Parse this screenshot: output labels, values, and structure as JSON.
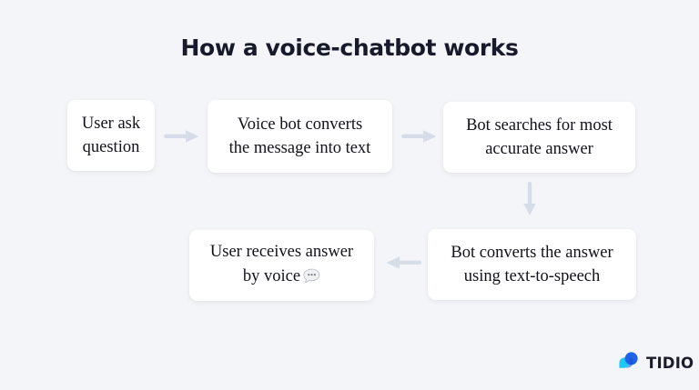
{
  "page": {
    "background_color": "#f4f5f8",
    "title": "How a voice-chatbot works",
    "title_color": "#161a2b"
  },
  "flow": {
    "box_color": "#ffffff",
    "text_color": "#12121a",
    "arrow_color": "#d6dde8",
    "steps": [
      {
        "id": "step-1",
        "lines": [
          "User ask",
          "question"
        ],
        "text": "User ask question"
      },
      {
        "id": "step-2",
        "lines": [
          "Voice bot converts",
          "the message into text"
        ],
        "text": "Voice bot converts the message into text"
      },
      {
        "id": "step-3",
        "lines": [
          "Bot searches for most",
          "accurate answer"
        ],
        "text": "Bot searches for most accurate answer"
      },
      {
        "id": "step-4",
        "lines": [
          "Bot converts the answer",
          "using text-to-speech"
        ],
        "text": "Bot converts the answer using text-to-speech"
      },
      {
        "id": "step-5",
        "lines": [
          "User receives answer",
          "by voice"
        ],
        "text": "User receives answer by voice",
        "emoji": "speech-balloon"
      }
    ],
    "arrows": [
      {
        "id": "arrow-1",
        "direction": "right",
        "from": "step-1",
        "to": "step-2"
      },
      {
        "id": "arrow-2",
        "direction": "right",
        "from": "step-2",
        "to": "step-3"
      },
      {
        "id": "arrow-3",
        "direction": "down",
        "from": "step-3",
        "to": "step-4"
      },
      {
        "id": "arrow-4",
        "direction": "left",
        "from": "step-4",
        "to": "step-5"
      }
    ]
  },
  "logo": {
    "wordmark": "TIDIO",
    "mark_color_primary": "#1f63e8",
    "mark_color_secondary": "#1ec8f5",
    "wordmark_color": "#1a1d2b"
  }
}
